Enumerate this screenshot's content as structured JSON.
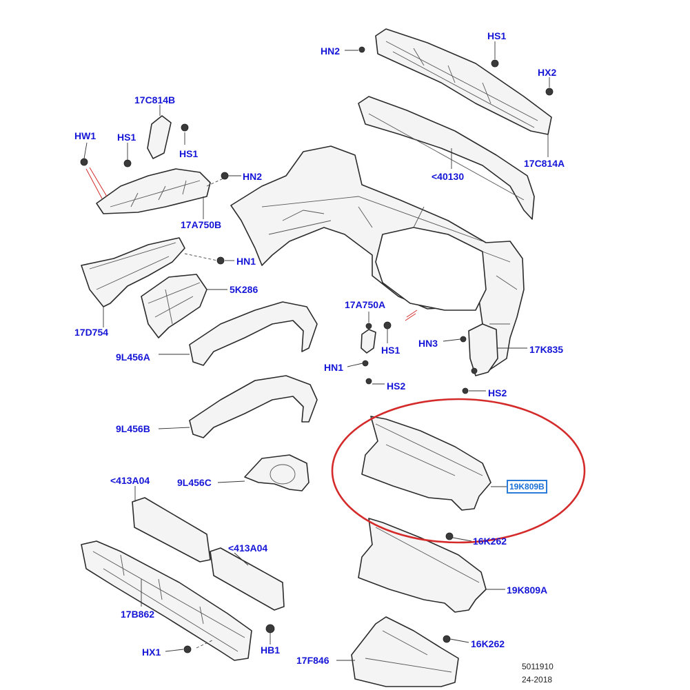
{
  "diagram": {
    "labels": [
      {
        "id": "hn2-top",
        "text": "HN2"
      },
      {
        "id": "hs1-top",
        "text": "HS1"
      },
      {
        "id": "hx2",
        "text": "HX2"
      },
      {
        "id": "17c814a",
        "text": "17C814A"
      },
      {
        "id": "40130",
        "text": "<40130"
      },
      {
        "id": "17c814b",
        "text": "17C814B"
      },
      {
        "id": "hw1",
        "text": "HW1"
      },
      {
        "id": "hs1-left",
        "text": "HS1"
      },
      {
        "id": "hs1-left2",
        "text": "HS1"
      },
      {
        "id": "hn2-mid",
        "text": "HN2"
      },
      {
        "id": "17a750b",
        "text": "17A750B"
      },
      {
        "id": "hn1-left",
        "text": "HN1"
      },
      {
        "id": "5k286",
        "text": "5K286"
      },
      {
        "id": "17d754",
        "text": "17D754"
      },
      {
        "id": "9l456a",
        "text": "9L456A"
      },
      {
        "id": "17a750a",
        "text": "17A750A"
      },
      {
        "id": "hs1-mid",
        "text": "HS1"
      },
      {
        "id": "hn3",
        "text": "HN3"
      },
      {
        "id": "17k835",
        "text": "17K835"
      },
      {
        "id": "hn1-mid",
        "text": "HN1"
      },
      {
        "id": "hs2-mid",
        "text": "HS2"
      },
      {
        "id": "hs2-right",
        "text": "HS2"
      },
      {
        "id": "9l456b",
        "text": "9L456B"
      },
      {
        "id": "9l456c",
        "text": "9L456C"
      },
      {
        "id": "413a04-top",
        "text": "<413A04"
      },
      {
        "id": "413a04-mid",
        "text": "<413A04"
      },
      {
        "id": "19k809b",
        "text": "19K809B"
      },
      {
        "id": "16k262-top",
        "text": "16K262"
      },
      {
        "id": "19k809a",
        "text": "19K809A"
      },
      {
        "id": "17b862",
        "text": "17B862"
      },
      {
        "id": "16k262-bot",
        "text": "16K262"
      },
      {
        "id": "hx1",
        "text": "HX1"
      },
      {
        "id": "hb1",
        "text": "HB1"
      },
      {
        "id": "17f846",
        "text": "17F846"
      }
    ],
    "footer": {
      "line1": "5011910",
      "line2": "24-2018"
    },
    "colors": {
      "label": "#1515d8",
      "highlight_circle": "#d42a2a",
      "highlight_box": "#2a7ad8",
      "line": "#2a2a2a"
    }
  }
}
